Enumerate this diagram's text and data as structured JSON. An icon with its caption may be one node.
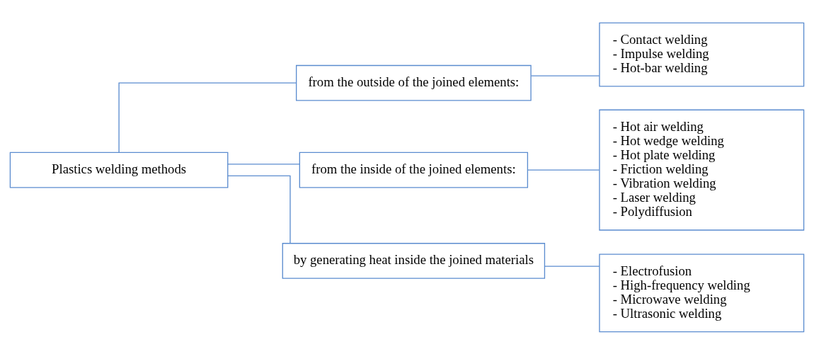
{
  "diagram": {
    "nodes": [
      {
        "text": [
          "Plastics welding methods"
        ]
      },
      {
        "text": [
          "from the outside of the joined elements:"
        ]
      },
      {
        "text": [
          "from the inside of the joined elements:"
        ]
      },
      {
        "text": [
          "by generating heat inside the joined materials"
        ]
      },
      {
        "text": [
          "- Contact welding",
          "- Impulse welding",
          "- Hot-bar welding"
        ]
      },
      {
        "text": [
          "- Hot air welding",
          "- Hot wedge welding",
          "- Hot plate welding",
          "- Friction welding",
          "- Vibration welding",
          "- Laser welding",
          "- Polydiffusion"
        ]
      },
      {
        "text": [
          "- Electrofusion",
          "- High-frequency welding",
          "- Microwave welding",
          "- Ultrasonic welding"
        ]
      }
    ],
    "edges": [
      {
        "from": 0,
        "to": 1,
        "arrow": "none"
      },
      {
        "from": 0,
        "to": 2,
        "arrow": "none"
      },
      {
        "from": 0,
        "to": 3,
        "arrow": "none"
      },
      {
        "from": 1,
        "to": 4,
        "arrow": "none"
      },
      {
        "from": 2,
        "to": 5,
        "arrow": "none"
      },
      {
        "from": 3,
        "to": 6,
        "arrow": "none"
      }
    ]
  }
}
